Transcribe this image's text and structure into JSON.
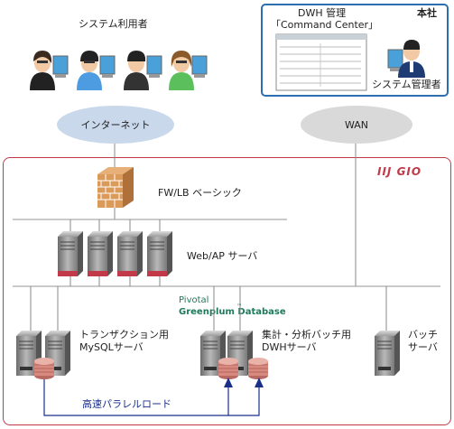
{
  "users_label": "システム利用者",
  "hq": {
    "title_line1": "DWH 管理",
    "title_line2": "「Command Center」",
    "location": "本社",
    "admin_label": "システム管理者"
  },
  "internet_label": "インターネット",
  "wan_label": "WAN",
  "brand_logo": "IIJ GIO",
  "firewall_label": "FW/LB ベーシック",
  "web_label": "Web/AP サーバ",
  "db": {
    "pivotal": "Pivotal",
    "greenplum": "Greenplum Database",
    "greenplum_mark": "™"
  },
  "mysql_label_line1": "トランザクション用",
  "mysql_label_line2": "MySQLサーバ",
  "dwh_label_line1": "集計・分析バッチ用",
  "dwh_label_line2": "DWHサーバ",
  "batch_label_line1": "バッチ",
  "batch_label_line2": "サーバ",
  "parallel_load_label": "高速パラレルロード",
  "colors": {
    "hq_border": "#2c6fb0",
    "gio_border": "#c23a4a",
    "cloud": "#c9d8ea",
    "wan_cloud": "#d9d9d9",
    "greenplum": "#1f7a5c",
    "load_line": "#1a2f8a",
    "disk": "#d98a80"
  }
}
